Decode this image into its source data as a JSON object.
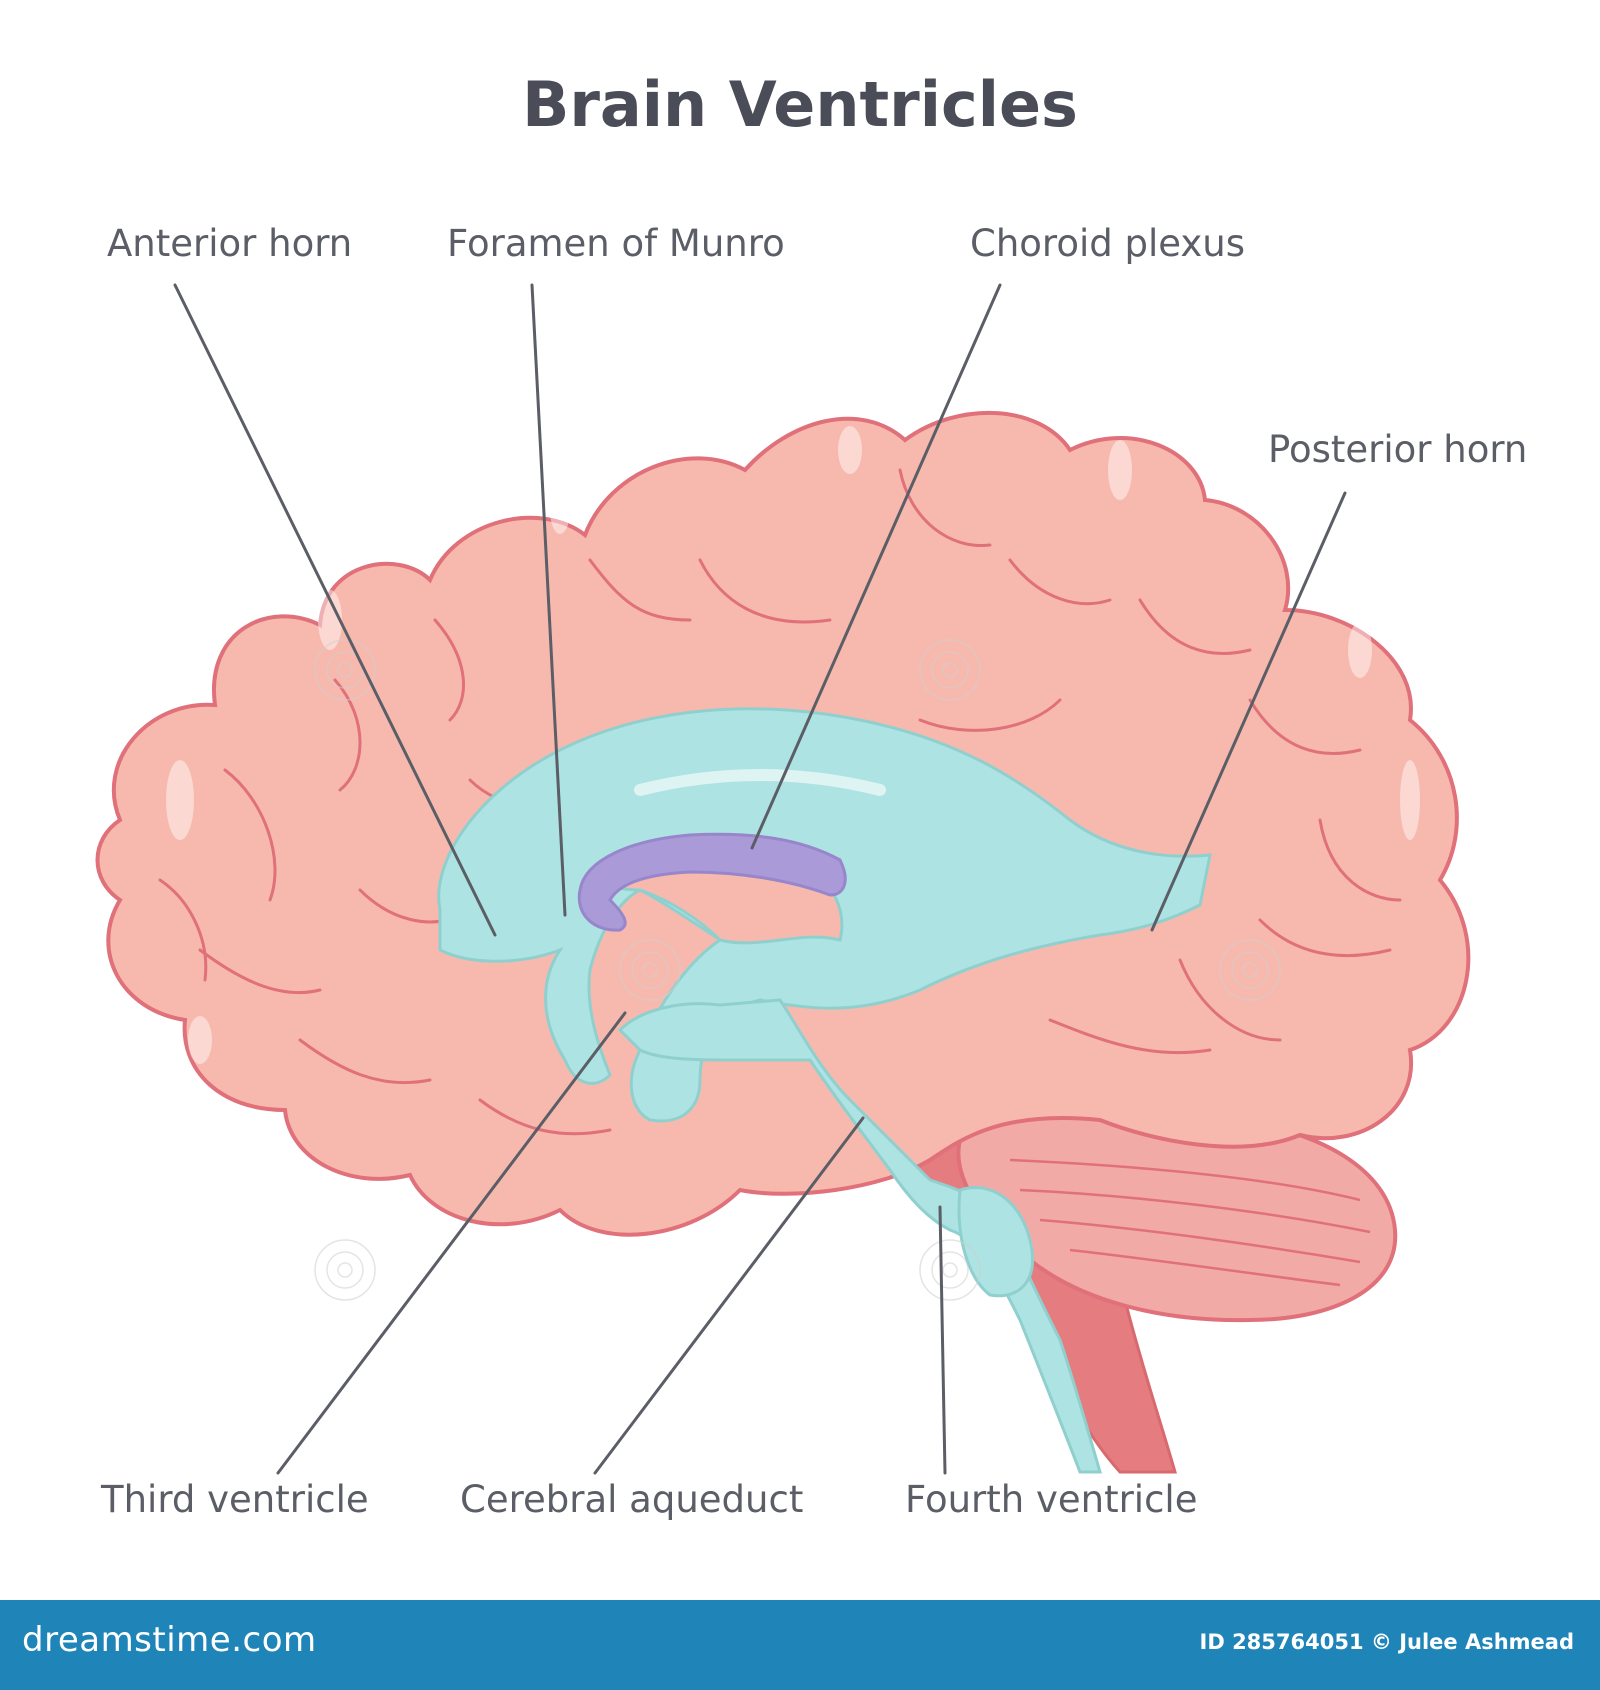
{
  "title": "Brain Ventricles",
  "labels": {
    "anterior_horn": "Anterior horn",
    "foramen_of_munro": "Foramen of Munro",
    "choroid_plexus": "Choroid plexus",
    "posterior_horn": "Posterior horn",
    "third_ventricle": "Third ventricle",
    "cerebral_aqueduct": "Cerebral aqueduct",
    "fourth_ventricle": "Fourth ventricle"
  },
  "watermark": {
    "site": "dreamstime.com",
    "id_credit": "ID 285764051 © Julee Ashmead"
  },
  "colors": {
    "brain_fill": "#f7b9ae",
    "brain_outline": "#e0707a",
    "ventricle_fill": "#ade3e2",
    "ventricle_edge": "#8fd0cf",
    "choroid_plexus": "#ab9ad8",
    "brainstem": "#e57c80",
    "cerebellum": "#f2aaa6",
    "leader_line": "#5b5e66",
    "title_text": "#4a4d57",
    "footer_bar": "#1f84b7"
  }
}
